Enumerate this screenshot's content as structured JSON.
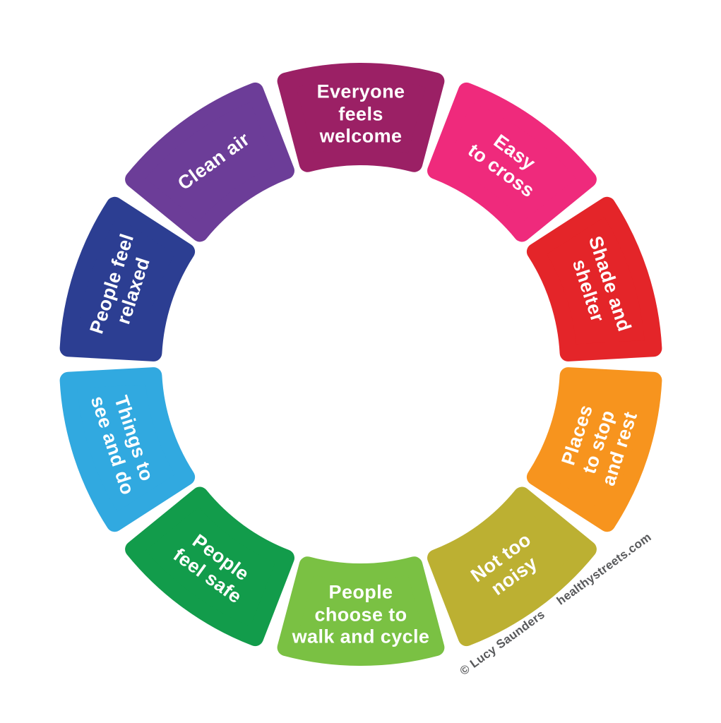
{
  "segments": [
    {
      "id": "everyone-feels-welcome",
      "label": "Everyone\nfeels\nwelcome",
      "color": "#9B2065"
    },
    {
      "id": "easy-to-cross",
      "label": "Easy\nto cross",
      "color": "#EF2A7C"
    },
    {
      "id": "shade-and-shelter",
      "label": "Shade and\nshelter",
      "color": "#E42529"
    },
    {
      "id": "places-to-stop-and-rest",
      "label": "Places\nto stop\nand rest",
      "color": "#F7941E"
    },
    {
      "id": "not-too-noisy",
      "label": "Not too\nnoisy",
      "color": "#BCB032"
    },
    {
      "id": "people-choose-to-walk-and-cycle",
      "label": "People\nchoose to\nwalk and cycle",
      "color": "#7AC143"
    },
    {
      "id": "people-feel-safe",
      "label": "People\nfeel safe",
      "color": "#129C4B"
    },
    {
      "id": "things-to-see-and-do",
      "label": "Things to\nsee and do",
      "color": "#31A9E0"
    },
    {
      "id": "people-feel-relaxed",
      "label": "People feel\nrelaxed",
      "color": "#2C3E92"
    },
    {
      "id": "clean-air",
      "label": "Clean air",
      "color": "#6C3D98"
    }
  ],
  "attribution": {
    "copyright": "© Lucy Saunders",
    "website": "healthystreets.com",
    "text_color": "#58595B"
  }
}
